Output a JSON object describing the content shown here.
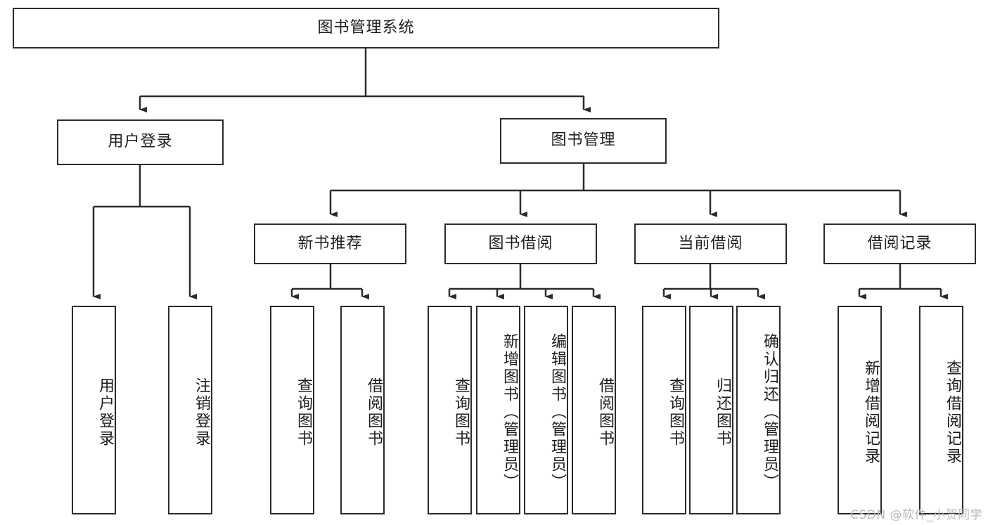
{
  "diagram": {
    "type": "hierarchy-tree",
    "title": "图书管理系统",
    "watermark": "CSDN @软件_小贺同学",
    "colors": {
      "stroke": "#2b2b2b",
      "fill": "#ffffff",
      "text": "#1d1d1d",
      "watermark": "#b9b9b9"
    },
    "nodes": {
      "root": {
        "label": "图书管理系统",
        "orientation": "horizontal"
      },
      "level2": [
        {
          "id": "user-login",
          "label": "用户登录",
          "orientation": "horizontal"
        },
        {
          "id": "book-manage",
          "label": "图书管理",
          "orientation": "horizontal"
        }
      ],
      "level3": [
        {
          "id": "new-book-recommend",
          "label": "新书推荐",
          "orientation": "horizontal",
          "parent": "book-manage"
        },
        {
          "id": "book-borrow",
          "label": "图书借阅",
          "orientation": "horizontal",
          "parent": "book-manage"
        },
        {
          "id": "current-borrow",
          "label": "当前借阅",
          "orientation": "horizontal",
          "parent": "book-manage"
        },
        {
          "id": "borrow-record",
          "label": "借阅记录",
          "orientation": "horizontal",
          "parent": "book-manage"
        }
      ],
      "leaves": [
        {
          "id": "leaf-user-login",
          "label": "用户登录",
          "orientation": "vertical",
          "parent": "user-login"
        },
        {
          "id": "leaf-user-logout",
          "label": "注销登录",
          "orientation": "vertical",
          "parent": "user-login"
        },
        {
          "id": "leaf-query-book-recommend",
          "label": "查询图书",
          "orientation": "vertical",
          "parent": "new-book-recommend"
        },
        {
          "id": "leaf-borrow-book-recommend",
          "label": "借阅图书",
          "orientation": "vertical",
          "parent": "new-book-recommend"
        },
        {
          "id": "leaf-query-book-borrow",
          "label": "查询图书",
          "orientation": "vertical",
          "parent": "book-borrow"
        },
        {
          "id": "leaf-add-book",
          "label": "新增图书（管理员）",
          "orientation": "vertical",
          "parent": "book-borrow"
        },
        {
          "id": "leaf-edit-book",
          "label": "编辑图书（管理员）",
          "orientation": "vertical",
          "parent": "book-borrow"
        },
        {
          "id": "leaf-borrow-book",
          "label": "借阅图书",
          "orientation": "vertical",
          "parent": "book-borrow"
        },
        {
          "id": "leaf-query-book-current",
          "label": "查询图书",
          "orientation": "vertical",
          "parent": "current-borrow"
        },
        {
          "id": "leaf-return-book",
          "label": "归还图书",
          "orientation": "vertical",
          "parent": "current-borrow"
        },
        {
          "id": "leaf-confirm-return",
          "label": "确认归还（管理员）",
          "orientation": "vertical",
          "parent": "current-borrow"
        },
        {
          "id": "leaf-add-borrow-record",
          "label": "新增借阅记录",
          "orientation": "vertical",
          "parent": "borrow-record"
        },
        {
          "id": "leaf-query-borrow-record",
          "label": "查询借阅记录",
          "orientation": "vertical",
          "parent": "borrow-record"
        }
      ]
    }
  }
}
